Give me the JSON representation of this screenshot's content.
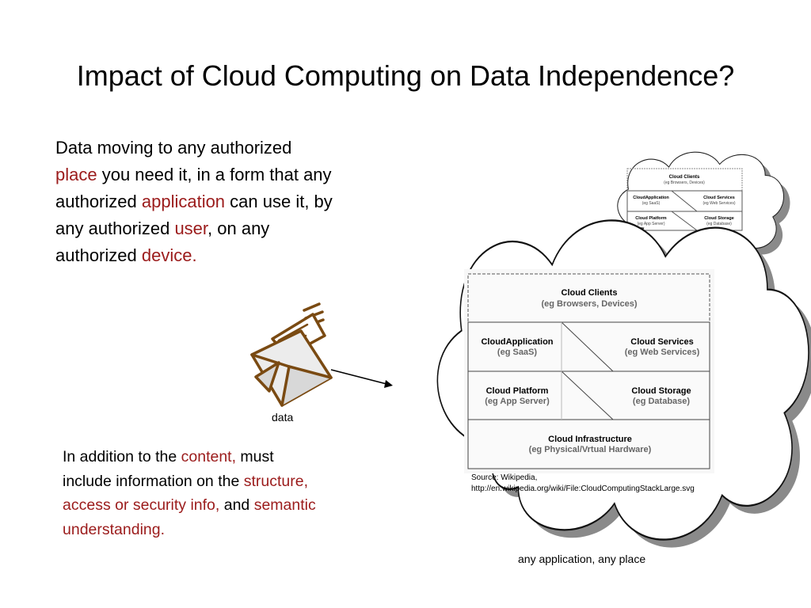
{
  "slide": {
    "title": "Impact of Cloud Computing on Data Independence?",
    "para1": {
      "t1": "Data moving to any authorized ",
      "place": "place",
      "t2": " you need it, in a form that any authorized ",
      "application": "application",
      "t3": " can use it, by any authorized ",
      "user": "user",
      "t4": ", on any authorized ",
      "device": "device",
      "t5": "."
    },
    "para2": {
      "t1": "In addition to the ",
      "content": "content,",
      "t2": " must include information on the ",
      "structure": "structure, access or security info,",
      "t3": " and ",
      "semantic": "semantic understanding."
    },
    "data_caption": "data",
    "any_caption": "any application, any place",
    "source_line1": "Source:  Wikipedia,",
    "source_line2": "http://en.wikipedia.org/wiki/File:CloudComputingStackLarge.svg"
  },
  "cloud_stack": {
    "clients_title": "Cloud Clients",
    "clients_sub": "(eg Browsers, Devices)",
    "app_title": "CloudApplication",
    "app_sub": "(eg SaaS)",
    "services_title": "Cloud Services",
    "services_sub": "(eg Web Services)",
    "platform_title": "Cloud Platform",
    "platform_sub": "(eg App Server)",
    "storage_title": "Cloud Storage",
    "storage_sub": "(eg Database)",
    "infra_title": "Cloud Infrastructure",
    "infra_sub": "(eg Physical/Vrtual Hardware)"
  },
  "colors": {
    "accent_red": "#9b1b1b",
    "envelope_brown": "#7a4a12"
  },
  "icons": [
    "cloud-shape",
    "envelope-icon",
    "arrow-connector"
  ]
}
